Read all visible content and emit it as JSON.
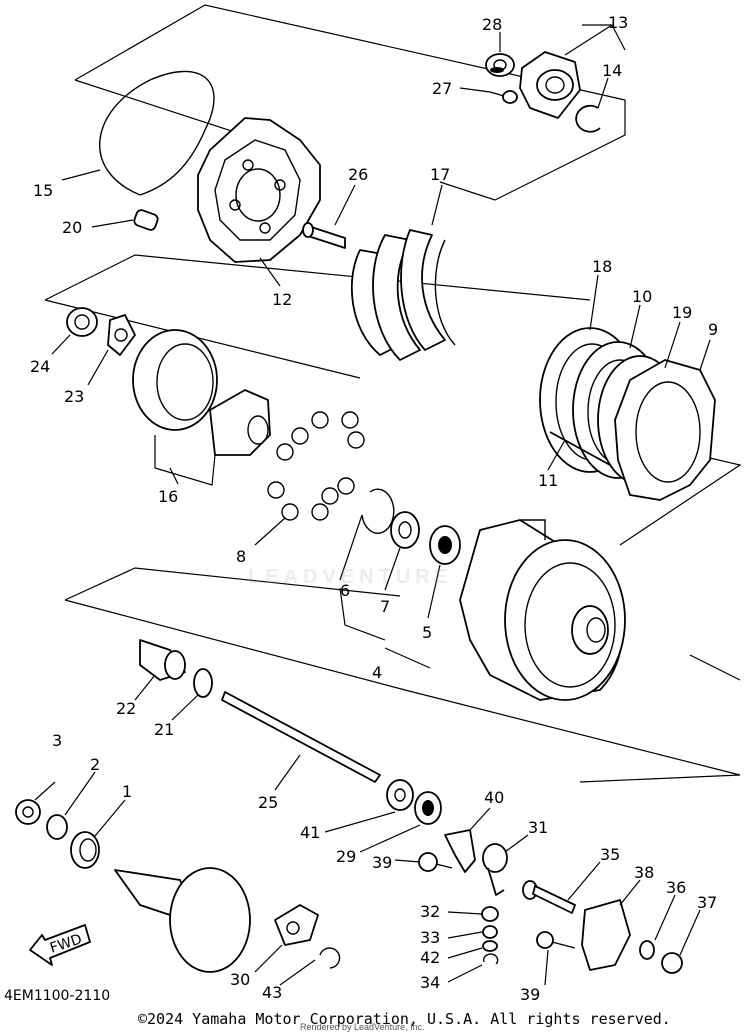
{
  "diagram": {
    "drawing_code": "4EM1100-2110",
    "fwd_label": "FWD",
    "watermark": "LEADVENTURE",
    "callouts": {
      "c1": "1",
      "c2": "2",
      "c3": "3",
      "c4": "4",
      "c5": "5",
      "c6": "6",
      "c7": "7",
      "c8": "8",
      "c9": "9",
      "c10": "10",
      "c11": "11",
      "c12": "12",
      "c13": "13",
      "c14": "14",
      "c15": "15",
      "c16": "16",
      "c17": "17",
      "c18": "18",
      "c19": "19",
      "c20": "20",
      "c21": "21",
      "c22": "22",
      "c23": "23",
      "c24": "24",
      "c25": "25",
      "c26": "26",
      "c27": "27",
      "c28": "28",
      "c29": "29",
      "c30": "30",
      "c31": "31",
      "c32": "32",
      "c33": "33",
      "c34": "34",
      "c35": "35",
      "c36": "36",
      "c37": "37",
      "c38": "38",
      "c39a": "39",
      "c39b": "39",
      "c40": "40",
      "c41": "41",
      "c42": "42",
      "c43": "43"
    }
  },
  "footer": {
    "copyright": "©2024 Yamaha Motor Corporation, U.S.A. All rights reserved.",
    "rendered_by": "Rendered by LeadVenture, Inc."
  }
}
